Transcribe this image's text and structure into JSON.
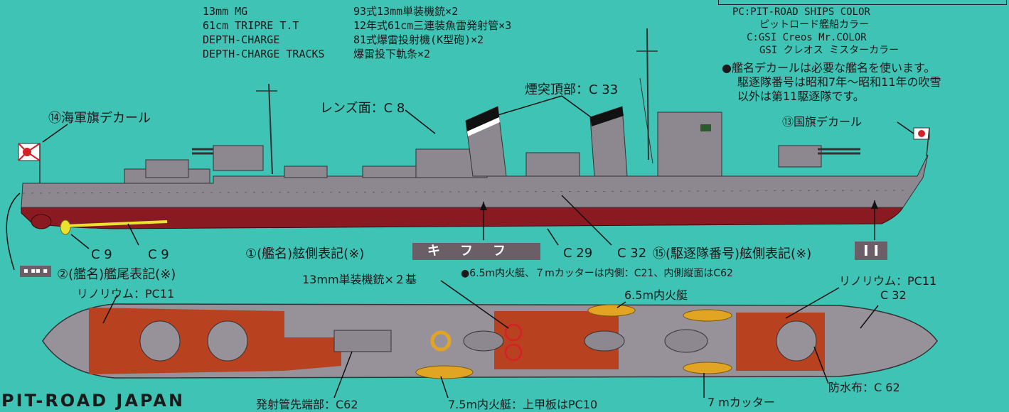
{
  "specs": {
    "left": [
      "13mm MG",
      "61cm TRIPRE T.T",
      "DEPTH-CHARGE",
      "DEPTH-CHARGE TRACKS"
    ],
    "right": [
      "93式13mm単装機銃×2",
      "12年式61cm三連装魚雷発射管×3",
      "81式爆雷投射機(K型砲)×2",
      "爆雷投下軌条×2"
    ]
  },
  "paint": {
    "line1": "PC:PIT-ROAD SHIPS COLOR",
    "line2": "ピットロード艦船カラー",
    "line3": "C:GSI Creos Mr.COLOR",
    "line4": "GSI クレオス ミスターカラー"
  },
  "decal_note": {
    "line1": "●艦名デカールは必要な艦名を使います。",
    "line2": "駆逐隊番号は昭和7年～昭和11年の吹雪",
    "line3": "以外は第11駆逐隊です。"
  },
  "labels": {
    "navy_flag": "⑭海軍旗デカール",
    "lens": "レンズ面：C 8",
    "funnel_top": "煙突頂部：C 33",
    "national_flag": "⑬国旗デカール",
    "c9a": "C 9",
    "c9b": "C 9",
    "hull_name": "①(艦名)舷側表記(※)",
    "c29": "C 29",
    "c32": "C 32",
    "div_number": "⑮(駆逐隊番号)舷側表記(※)",
    "stern_name": "②(艦名)艦尾表記(※)",
    "mg_count": "13mm単装機銃×２基",
    "boat_note": "●6.5m内火艇、７mカッターは内側：C21、内側縦面はC62",
    "linoleum_left": "リノリウム：PC11",
    "launch_65": "6.5m内火艇",
    "linoleum_right": "リノリウム：PC11",
    "c32b": "C 32",
    "tube_tip": "発射管先端部：C62",
    "launch_75": "7.5m内火艇：上甲板はPC10",
    "cutter": "7 mカッター",
    "waterproof": "防水布：C 62"
  },
  "name_plate": "キフフ",
  "number_plate": "I I",
  "stern_plate": "▪ ▪▪ ▪",
  "brand": "PIT-ROAD JAPAN",
  "colors": {
    "background": "#3fc3b5",
    "hull_gray": "#8d8790",
    "hull_red": "#8a1a22",
    "deck_gray": "#97919a",
    "linoleum": "#b8421f",
    "boat_yellow": "#e2a423"
  }
}
